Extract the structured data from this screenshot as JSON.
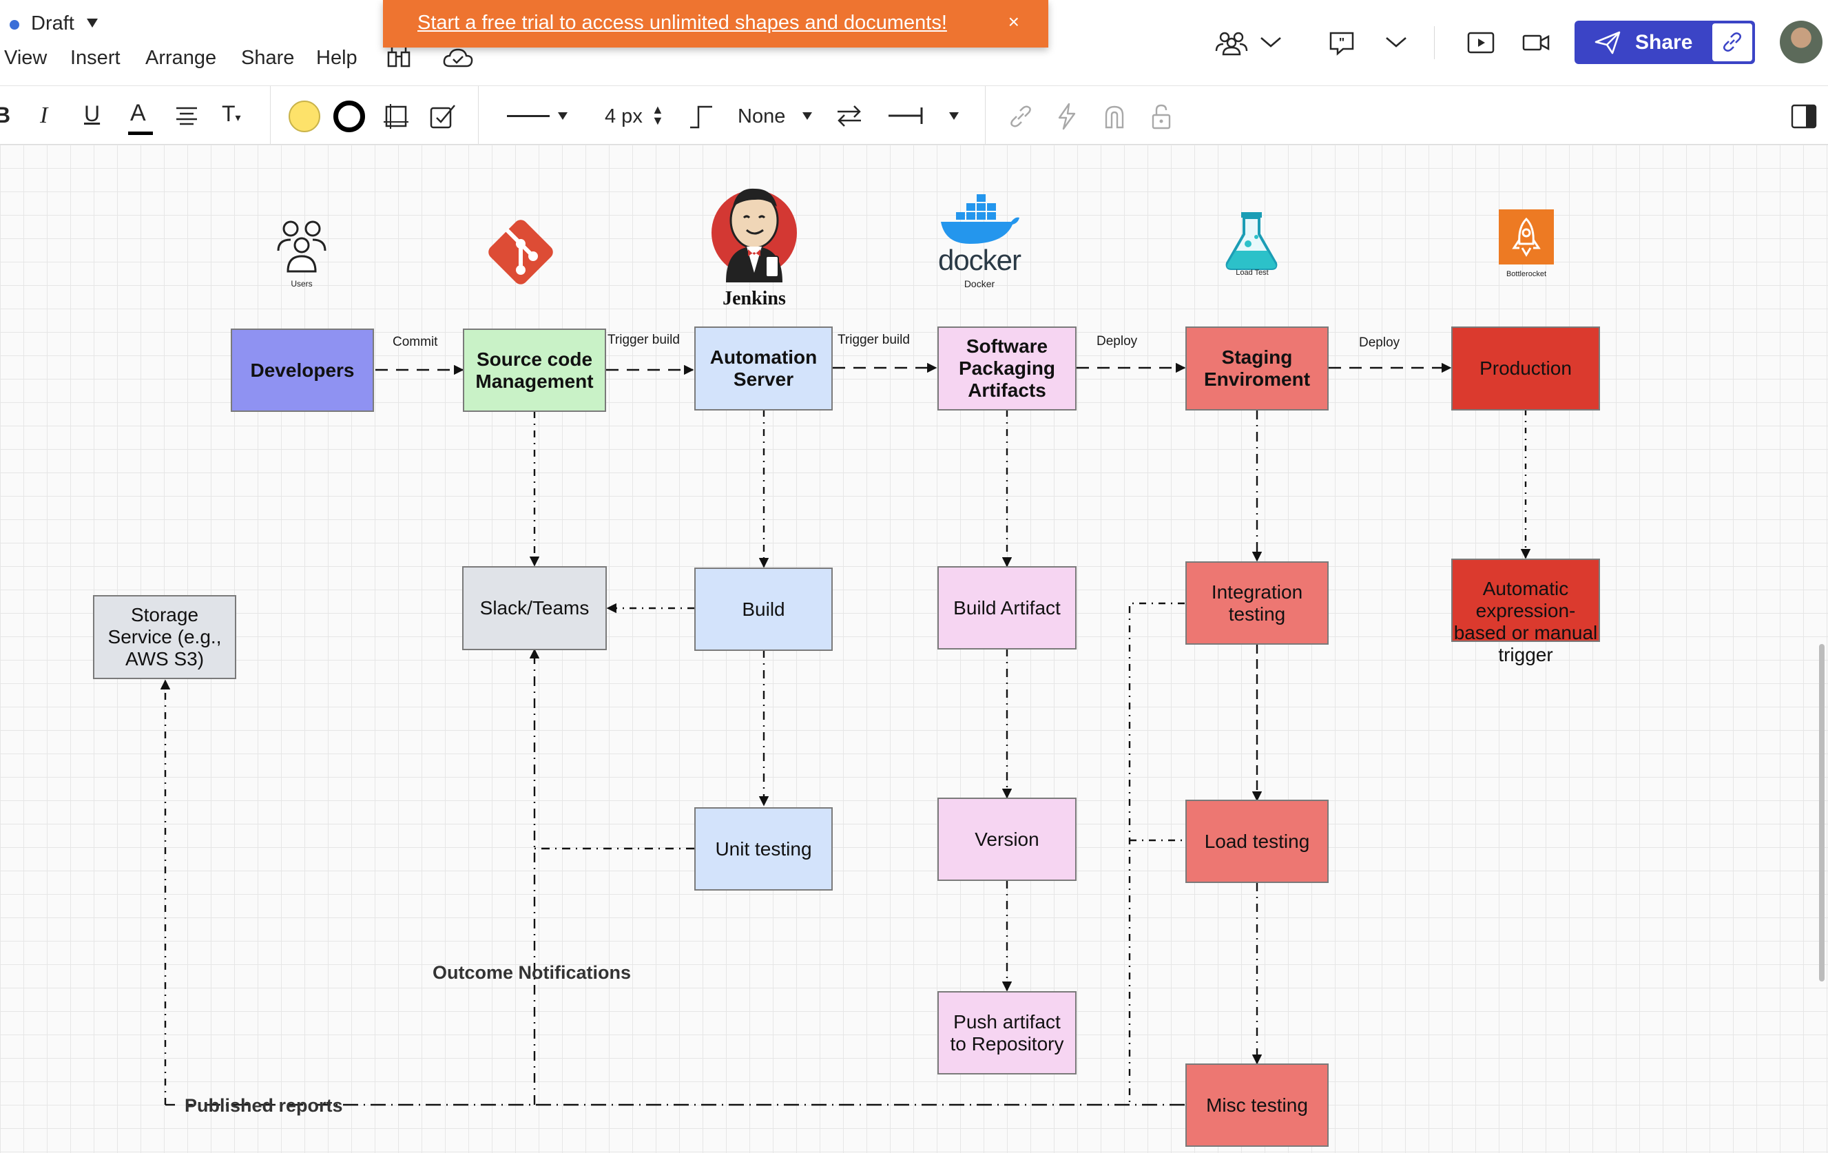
{
  "app": {
    "doc_title": "Draft",
    "menu": [
      "View",
      "Insert",
      "Arrange",
      "Share",
      "Help"
    ],
    "banner_text": "Start a free trial to access unlimited shapes and documents!",
    "banner_close": "×",
    "share_label": "Share",
    "accent_color": "#3b44c6",
    "banner_color": "#ee7430"
  },
  "toolbar": {
    "line_width": "4 px",
    "endpoint": "None",
    "fill_color": "#fde26a"
  },
  "diagram": {
    "logos": {
      "users": "Users",
      "jenkins": "Jenkins",
      "docker": "docker",
      "docker_caption": "Docker",
      "load_test": "Load Test",
      "bottlerocket": "Bottlerocket"
    },
    "nodes": {
      "developers": "Developers",
      "scm": "Source code Management",
      "automation": "Automation Server",
      "packaging": "Software Packaging Artifacts",
      "staging": "Staging Enviroment",
      "production": "Production",
      "storage": "Storage Service (e.g., AWS S3)",
      "slack": "Slack/Teams",
      "build": "Build",
      "build_artifact": "Build Artifact",
      "integration": "Integration testing",
      "auto_trigger": "Automatic expression-based or manual trigger",
      "unit": "Unit testing",
      "version": "Version",
      "load": "Load testing",
      "push": "Push artifact to Repository",
      "misc": "Misc testing"
    },
    "edge_labels": {
      "commit": "Commit",
      "trigger1": "Trigger build",
      "trigger2": "Trigger build",
      "deploy1": "Deploy",
      "deploy2": "Deploy",
      "outcome": "Outcome Notifications",
      "published": "Published reports"
    },
    "colors": {
      "developers": "#8f92f2",
      "scm": "#c9f2c7",
      "automation": "#d3e3fb",
      "packaging": "#f6d5f2",
      "staging": "#ed7772",
      "production": "#db3a2e",
      "neutral": "#e0e3e8"
    }
  }
}
